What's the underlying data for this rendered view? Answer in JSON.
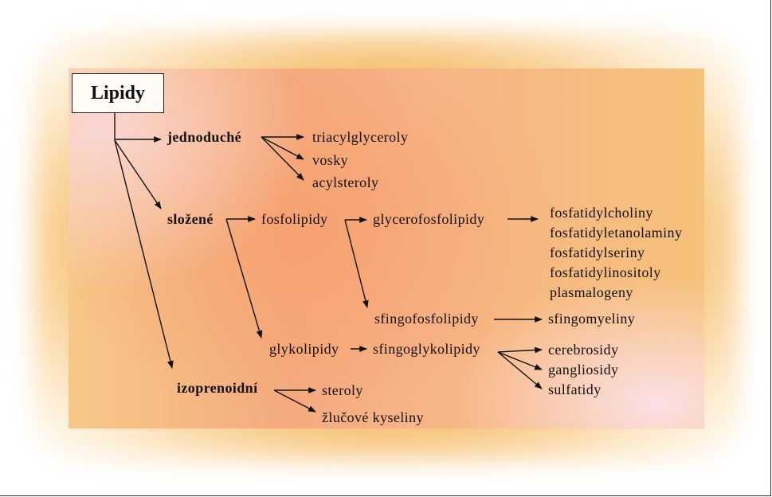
{
  "diagram": {
    "root": "Lipidy",
    "categories": {
      "simple": "jednoduché",
      "complex": "složené",
      "isoprenoid": "izoprenoidní"
    },
    "simple_children": [
      "triacylglyceroly",
      "vosky",
      "acylsteroly"
    ],
    "complex_children": {
      "phospholipids": "fosfolipidy",
      "glycolipids": "glykolipidy"
    },
    "phospholipid_children": {
      "glycerophospholipids": "glycerofosfolipidy",
      "sphingophospholipids": "sfingofosfolipidy"
    },
    "glycerophospholipid_children": [
      "fosfatidylcholiny",
      "fosfatidyletanolaminy",
      "fosfatidylseriny",
      "fosfatidylinositoly",
      "plasmalogeny"
    ],
    "sphingophospholipid_children": [
      "sfingomyeliny"
    ],
    "glycolipid_children": {
      "sphingoglycolipids": "sfingoglykolipidy"
    },
    "sphingoglycolipid_children": [
      "cerebrosidy",
      "gangliosidy",
      "sulfatidy"
    ],
    "isoprenoid_children": [
      "steroly",
      "žlučové kyseliny"
    ]
  },
  "colors": {
    "panel_orange": "#f6b27e",
    "glow": "#f5b05a",
    "arrow": "#111111"
  }
}
